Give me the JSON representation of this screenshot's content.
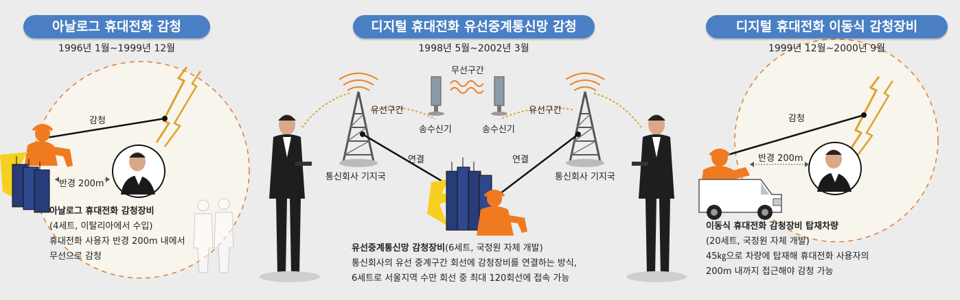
{
  "colors": {
    "banner": "#4a7fc4",
    "antenna": "#e87a20",
    "wave": "#d9a020",
    "spy": "#f07a20",
    "device": "#283c7a"
  },
  "panels": {
    "left": {
      "title": "아날로그 휴대전화 감청",
      "date": "1996년 1월~1999년 12월",
      "intercept_label": "감청",
      "radius_label": "반경 200m",
      "desc_title": "아날로그 휴대전화 감청장비",
      "desc_lines": [
        "(4세트, 이탈리아에서 수입)",
        "휴대전화 사용자 반경 200m 내에서",
        "무선으로 감청"
      ]
    },
    "center": {
      "title": "디지털 휴대전화 유선중계통신망 감청",
      "date": "1998년 5월~2002년 3월",
      "wireless_label": "무선구간",
      "wired_left": "유선구간",
      "wired_right": "유선구간",
      "transceiver_left": "송수신기",
      "transceiver_right": "송수신기",
      "connect_left": "연결",
      "connect_right": "연결",
      "base_left": "통신회사 기지국",
      "base_right": "통신회사 기지국",
      "desc_title": "유선중계통신망 감청장비",
      "desc_title_note": "(6세트, 국정원 자체 개발)",
      "desc_lines": [
        "통신회사의 유선 중계구간 회선에 감청장비를 연결하는 방식,",
        "6세트로 서울지역 수만 회선 중 최대 120회선에 접속 가능"
      ]
    },
    "right": {
      "title": "디지털 휴대전화 이동식 감청장비",
      "date": "1999년 12월~2000년 9월",
      "intercept_label": "감청",
      "radius_label": "반경 200m",
      "desc_title": "이동식 휴대전화 감청장비 탑재차량",
      "desc_lines": [
        "(20세트, 국정원 자체 개발)",
        "45㎏으로 차량에 탑재해 휴대전화 사용자의",
        "200m 내까지 접근해야 감청 가능"
      ]
    }
  }
}
